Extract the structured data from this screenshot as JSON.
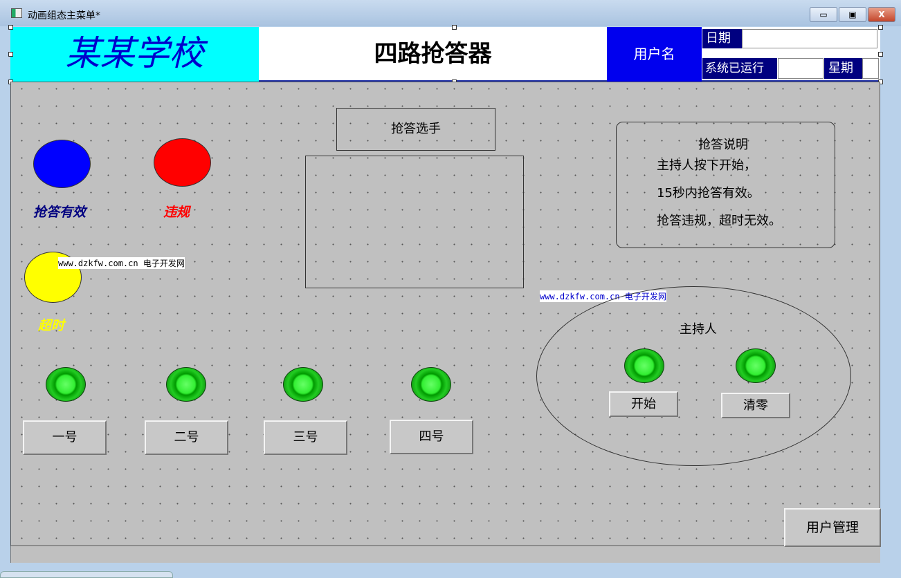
{
  "window": {
    "title": "动画组态主菜单*",
    "minimize": "▭",
    "restore": "▣",
    "close": "X"
  },
  "header": {
    "school": "某某学校",
    "title": "四路抢答器",
    "user": "用户名",
    "date_label": "日期",
    "date_value": "",
    "runtime_label": "系统已运行",
    "runtime_value": "",
    "weekday_label": "星期",
    "weekday_value": ""
  },
  "indicators": [
    {
      "label": "抢答有效",
      "color": "#0000ff",
      "label_color": "#000080"
    },
    {
      "label": "违规",
      "color": "#ff0000",
      "label_color": "#ff0000"
    },
    {
      "label": "超时",
      "color": "#ffff00",
      "label_color": "#ffff00"
    }
  ],
  "contestant_box": {
    "title": "抢答选手",
    "value": ""
  },
  "instructions": {
    "title": "抢答说明",
    "lines": [
      "主持人按下开始，",
      "15秒内抢答有效。",
      "抢答违规，超时无效。"
    ]
  },
  "players": [
    "一号",
    "二号",
    "三号",
    "四号"
  ],
  "host": {
    "label": "主持人",
    "start": "开始",
    "clear": "清零"
  },
  "user_mgmt": "用户管理",
  "watermark": "www.dzkfw.com.cn 电子开发网"
}
